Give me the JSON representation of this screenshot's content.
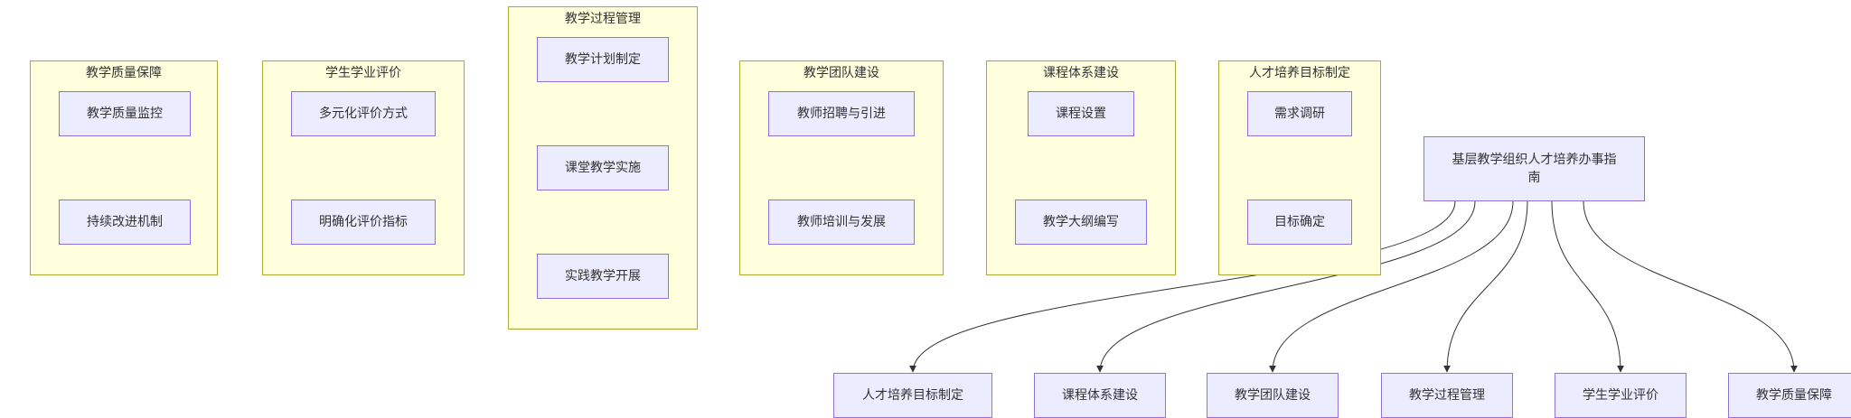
{
  "diagram": {
    "colors": {
      "cluster_fill": "#ffffde",
      "cluster_border": "#aaaa33",
      "node_fill": "#ececff",
      "node_border": "#9370db",
      "edge": "#333333",
      "text": "#333333"
    },
    "clusters": [
      {
        "id": "quality",
        "title": "教学质量保障"
      },
      {
        "id": "evaluation",
        "title": "学生学业评价"
      },
      {
        "id": "process",
        "title": "教学过程管理"
      },
      {
        "id": "team",
        "title": "教学团队建设"
      },
      {
        "id": "curriculum",
        "title": "课程体系建设"
      },
      {
        "id": "goal",
        "title": "人才培养目标制定"
      }
    ],
    "nodes": [
      {
        "id": "q1",
        "label": "教学质量监控"
      },
      {
        "id": "q2",
        "label": "持续改进机制"
      },
      {
        "id": "e1",
        "label": "多元化评价方式"
      },
      {
        "id": "e2",
        "label": "明确化评价指标"
      },
      {
        "id": "p1",
        "label": "教学计划制定"
      },
      {
        "id": "p2",
        "label": "课堂教学实施"
      },
      {
        "id": "p3",
        "label": "实践教学开展"
      },
      {
        "id": "t1",
        "label": "教师招聘与引进"
      },
      {
        "id": "t2",
        "label": "教师培训与发展"
      },
      {
        "id": "c1",
        "label": "课程设置"
      },
      {
        "id": "c2",
        "label": "教学大纲编写"
      },
      {
        "id": "g1",
        "label": "需求调研"
      },
      {
        "id": "g2",
        "label": "目标确定"
      },
      {
        "id": "root",
        "label": "基层教学组织人才培养办事指南"
      },
      {
        "id": "b1",
        "label": "人才培养目标制定"
      },
      {
        "id": "b2",
        "label": "课程体系建设"
      },
      {
        "id": "b3",
        "label": "教学团队建设"
      },
      {
        "id": "b4",
        "label": "教学过程管理"
      },
      {
        "id": "b5",
        "label": "学生学业评价"
      },
      {
        "id": "b6",
        "label": "教学质量保障"
      }
    ],
    "edges": [
      {
        "from": "q1",
        "to": "q2"
      },
      {
        "from": "e1",
        "to": "e2"
      },
      {
        "from": "p1",
        "to": "p2"
      },
      {
        "from": "p2",
        "to": "p3"
      },
      {
        "from": "t1",
        "to": "t2"
      },
      {
        "from": "c1",
        "to": "c2"
      },
      {
        "from": "g1",
        "to": "g2"
      },
      {
        "from": "root",
        "to": "b1"
      },
      {
        "from": "root",
        "to": "b2"
      },
      {
        "from": "root",
        "to": "b3"
      },
      {
        "from": "root",
        "to": "b4"
      },
      {
        "from": "root",
        "to": "b5"
      },
      {
        "from": "root",
        "to": "b6"
      }
    ]
  }
}
